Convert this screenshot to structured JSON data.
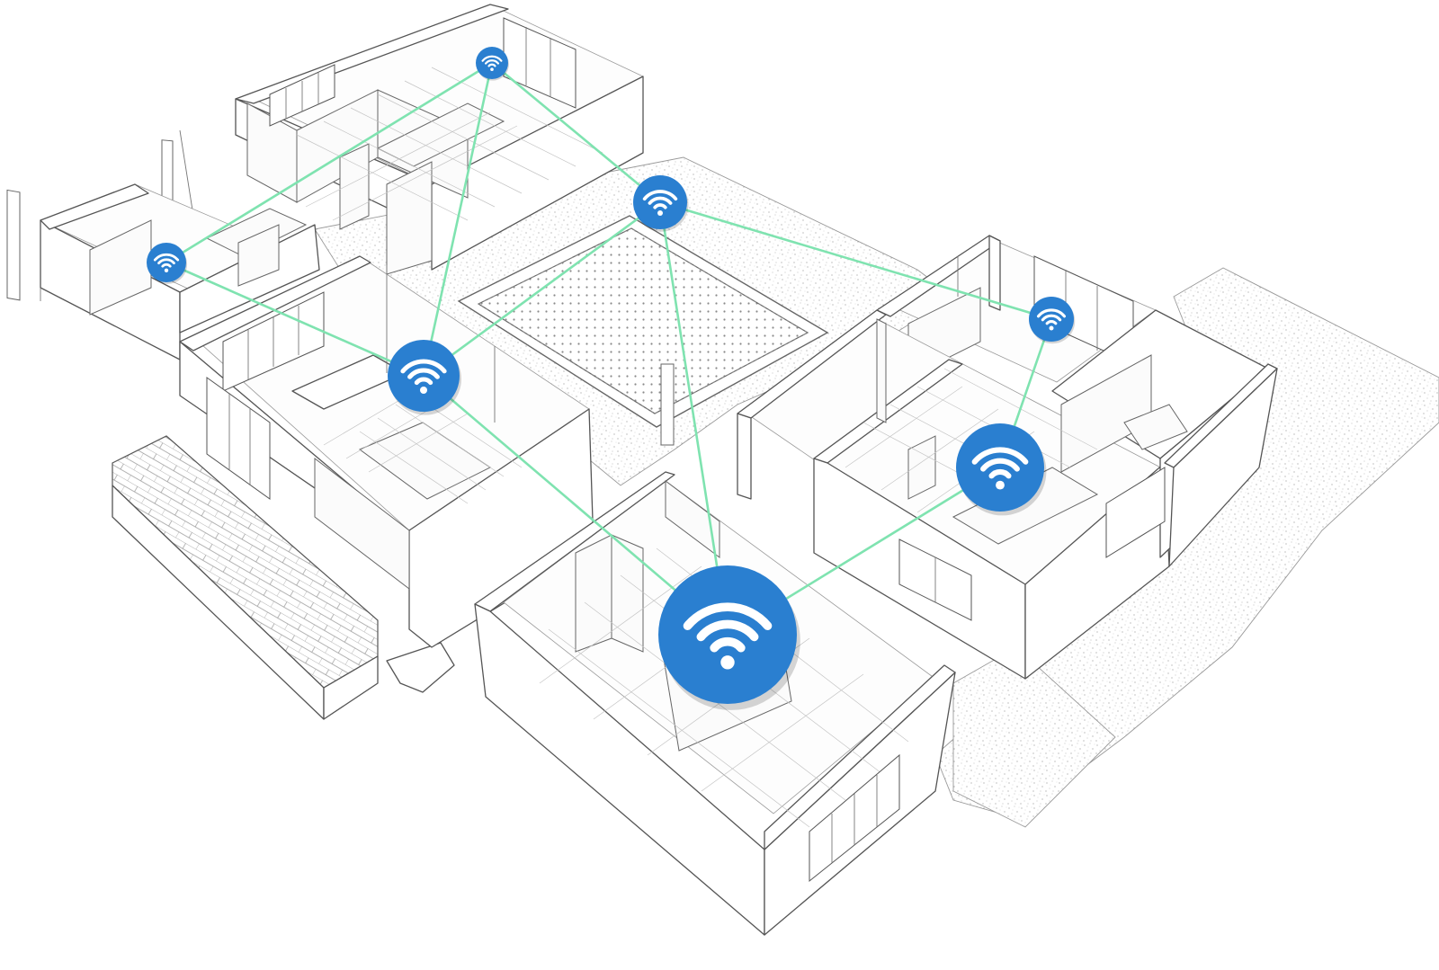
{
  "diagram": {
    "node_color": "#2a7fd0",
    "link_color": "#7fe3b0",
    "icon": "wifi-icon",
    "nodes": [
      {
        "id": "node-top-room"
      },
      {
        "id": "node-left-room"
      },
      {
        "id": "node-courtyard"
      },
      {
        "id": "node-dining"
      },
      {
        "id": "node-right-room"
      },
      {
        "id": "node-bedroom"
      },
      {
        "id": "node-kitchen"
      }
    ],
    "links": [
      [
        "node-top-room",
        "node-left-room"
      ],
      [
        "node-top-room",
        "node-courtyard"
      ],
      [
        "node-top-room",
        "node-dining"
      ],
      [
        "node-left-room",
        "node-dining"
      ],
      [
        "node-courtyard",
        "node-dining"
      ],
      [
        "node-courtyard",
        "node-right-room"
      ],
      [
        "node-courtyard",
        "node-kitchen"
      ],
      [
        "node-right-room",
        "node-bedroom"
      ],
      [
        "node-bedroom",
        "node-kitchen"
      ],
      [
        "node-dining",
        "node-kitchen"
      ]
    ]
  }
}
